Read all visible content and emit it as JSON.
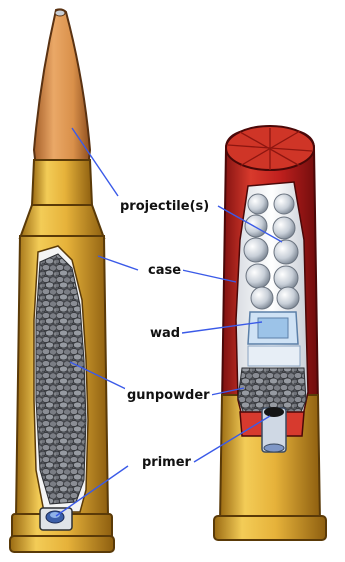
{
  "labels": {
    "projectile": "projectile(s)",
    "case": "case",
    "wad": "wad",
    "gunpowder": "gunpowder",
    "primer": "primer"
  },
  "colors": {
    "leader_line": "#3a5ae8",
    "brass": "#e6b23a",
    "brass_dark": "#a8781a",
    "copper_tip": "#d9904a",
    "shell_red": "#c0201e",
    "powder_gray": "#6e7178",
    "wad_blue": "#c8def2"
  }
}
